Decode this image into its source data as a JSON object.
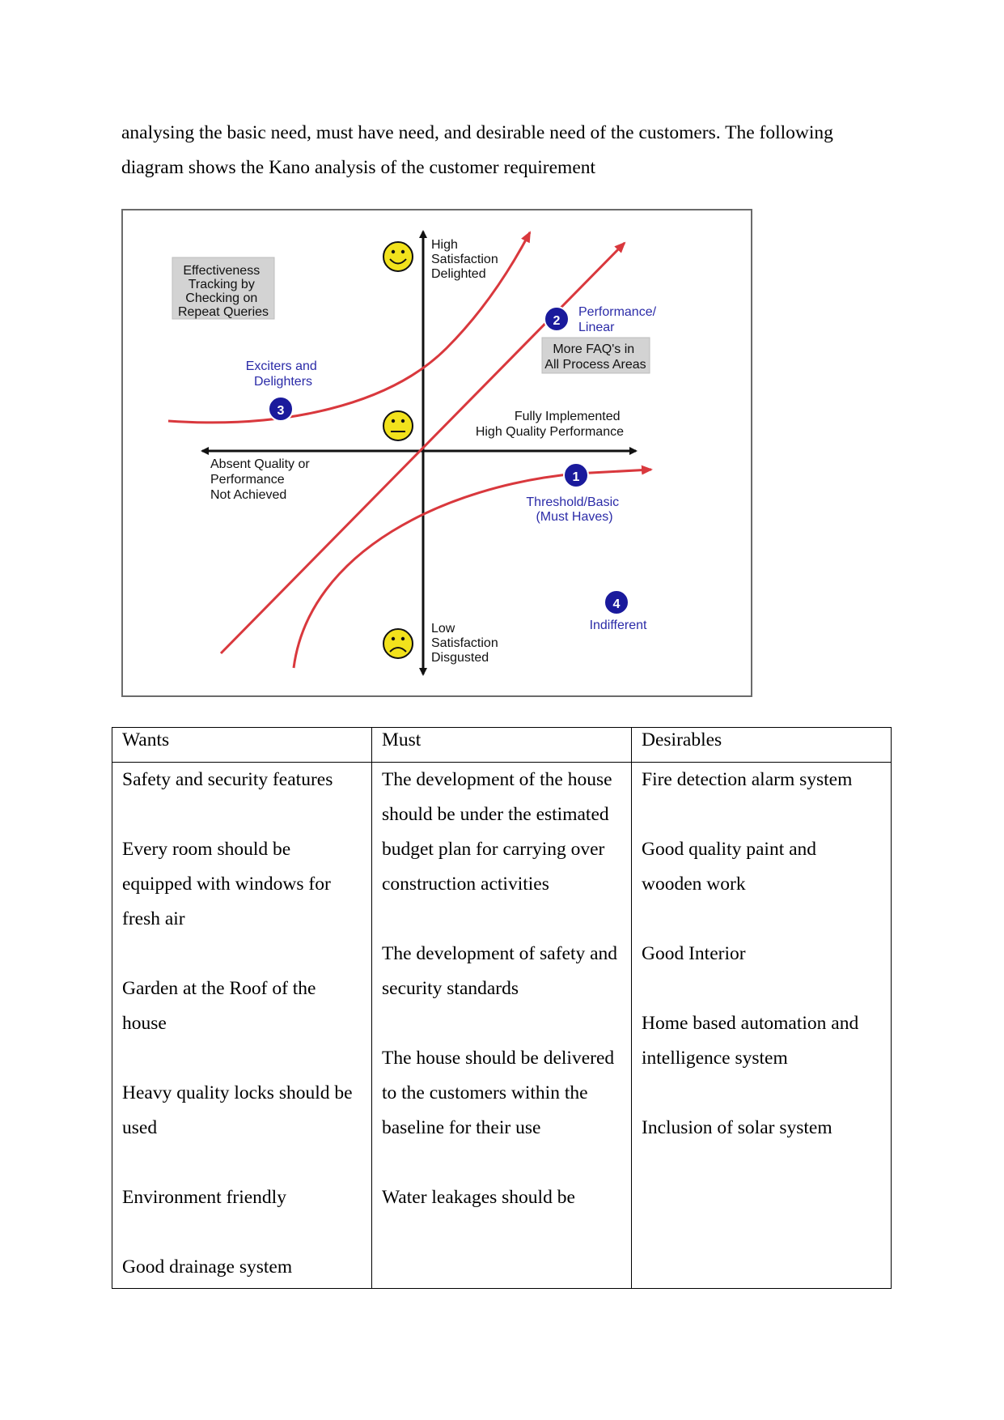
{
  "paragraph": {
    "line1": "analysing the basic need, must have need, and desirable need of the customers. The following",
    "line2": "diagram shows the Kano analysis of the customer requirement"
  },
  "diagram": {
    "top_label": [
      "High",
      "Satisfaction",
      "Delighted"
    ],
    "bottom_label": [
      "Low",
      "Satisfaction",
      "Disgusted"
    ],
    "right_label": [
      "Fully Implemented",
      "High Quality Performance"
    ],
    "left_label": [
      "Absent Quality or",
      "Performance",
      "Not Achieved"
    ],
    "box_effectiveness": [
      "Effectiveness",
      "Tracking by",
      "Checking on",
      "Repeat Queries"
    ],
    "box_faq": [
      "More FAQ's in",
      "All Process Areas"
    ],
    "curve_performance": {
      "number": "2",
      "label": [
        "Performance/",
        "Linear"
      ]
    },
    "curve_exciters": {
      "number": "3",
      "label": [
        "Exciters and",
        "Delighters"
      ]
    },
    "curve_threshold": {
      "number": "1",
      "label": [
        "Threshold/Basic",
        "(Must Haves)"
      ]
    },
    "indifferent": {
      "number": "4",
      "label": "Indifferent"
    },
    "colors": {
      "curve": "#d9383d",
      "badge": "#1a1a9c",
      "badge_label": "#2b2ba8",
      "face": "#f2e21c",
      "box": "#d3d3d3"
    },
    "icons": [
      "happy-face-icon",
      "neutral-face-icon",
      "sad-face-icon"
    ]
  },
  "table": {
    "headers": [
      "Wants",
      "Must",
      "Desirables"
    ],
    "wants": [
      "Safety and security features",
      "Every room should be equipped with windows for fresh air",
      "Garden at the Roof of the house",
      "Heavy quality locks should be used",
      "Environment friendly",
      "Good drainage system"
    ],
    "must": [
      "The development of the house should be under the estimated budget plan for carrying over construction activities",
      "The development of safety and security standards",
      "The house should be delivered to the customers within the baseline for their use",
      "Water leakages should be"
    ],
    "desirables": [
      "Fire detection alarm system",
      "Good quality paint and wooden work",
      "Good Interior",
      "Home based automation and intelligence system",
      "Inclusion of solar system"
    ]
  }
}
